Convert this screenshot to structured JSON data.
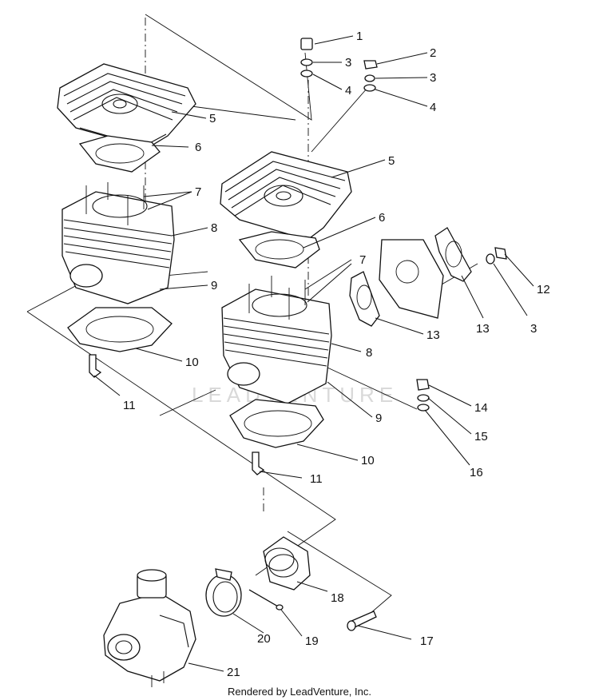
{
  "footer": {
    "text": "Rendered by LeadVenture, Inc."
  },
  "watermark": {
    "text": "LEADVENTURE"
  },
  "callouts": [
    {
      "id": "c1",
      "label": "1"
    },
    {
      "id": "c2",
      "label": "2"
    },
    {
      "id": "c3a",
      "label": "3"
    },
    {
      "id": "c3b",
      "label": "3"
    },
    {
      "id": "c4a",
      "label": "4"
    },
    {
      "id": "c4b",
      "label": "4"
    },
    {
      "id": "c5a",
      "label": "5"
    },
    {
      "id": "c5b",
      "label": "5"
    },
    {
      "id": "c6a",
      "label": "6"
    },
    {
      "id": "c6b",
      "label": "6"
    },
    {
      "id": "c7a",
      "label": "7"
    },
    {
      "id": "c7b",
      "label": "7"
    },
    {
      "id": "c8a",
      "label": "8"
    },
    {
      "id": "c8b",
      "label": "8"
    },
    {
      "id": "c9a",
      "label": "9"
    },
    {
      "id": "c9b",
      "label": "9"
    },
    {
      "id": "c10a",
      "label": "10"
    },
    {
      "id": "c10b",
      "label": "10"
    },
    {
      "id": "c11a",
      "label": "11"
    },
    {
      "id": "c11b",
      "label": "11"
    },
    {
      "id": "c12",
      "label": "12"
    },
    {
      "id": "c3c",
      "label": "3"
    },
    {
      "id": "c13a",
      "label": "13"
    },
    {
      "id": "c13b",
      "label": "13"
    },
    {
      "id": "c14",
      "label": "14"
    },
    {
      "id": "c15",
      "label": "15"
    },
    {
      "id": "c16",
      "label": "16"
    },
    {
      "id": "c17",
      "label": "17"
    },
    {
      "id": "c18",
      "label": "18"
    },
    {
      "id": "c19",
      "label": "19"
    },
    {
      "id": "c20",
      "label": "20"
    },
    {
      "id": "c21",
      "label": "21"
    }
  ]
}
